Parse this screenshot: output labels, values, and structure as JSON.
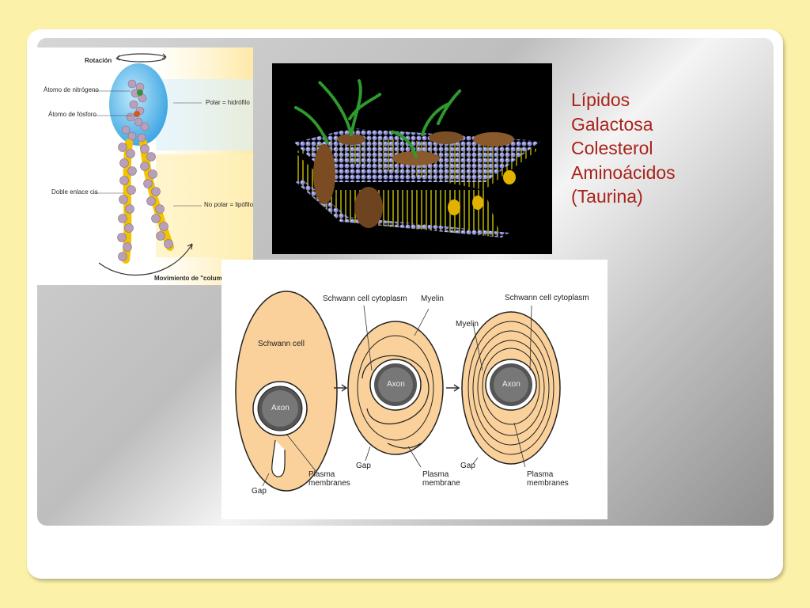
{
  "phospholipid": {
    "rotation": "Rotación",
    "nitrogen": "Átomo de nitrógeno",
    "phosphorus": "Átomo de fósforo",
    "polar": "Polar = hidrófilo",
    "cis_bond": "Doble enlace cis",
    "nonpolar": "No polar = lipófilo",
    "swing": "Movimiento de \"columpio\""
  },
  "components_list": [
    "Lípidos",
    "Galactosa",
    "Colesterol",
    "Aminoácidos",
    "(Taurina)"
  ],
  "myelination": {
    "schwann_cell": "Schwann cell",
    "axon": "Axon",
    "gap": "Gap",
    "plasma_membranes": "Plasma membranes",
    "plasma_membrane": "Plasma membrane",
    "schwann_cytoplasm": "Schwann cell cytoplasm",
    "myelin": "Myelin"
  }
}
